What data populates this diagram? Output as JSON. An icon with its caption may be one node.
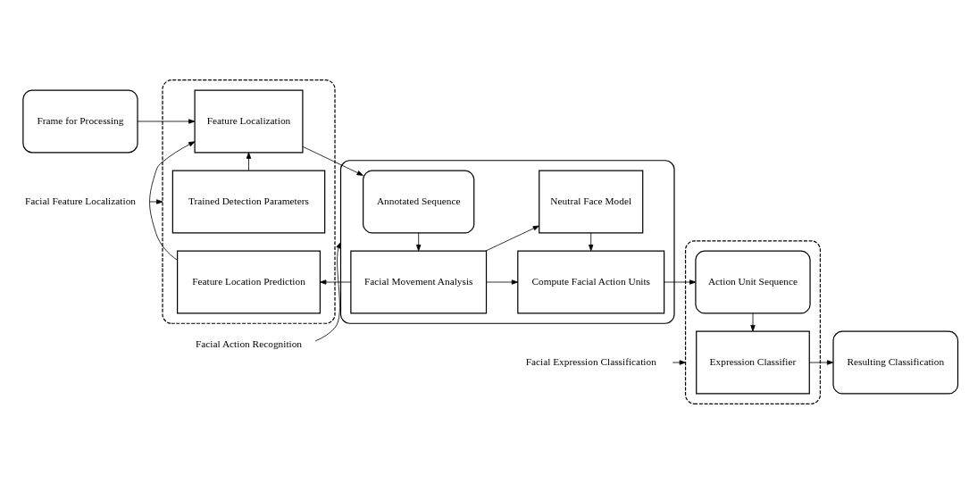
{
  "diagram": {
    "nodes": [
      {
        "text": [
          "Frame for Processing"
        ]
      },
      {
        "text": [],
        "shape": "box"
      },
      {
        "text": [
          "Trained Detection Parameters"
        ],
        "in": 1
      },
      {
        "text": [
          "Feature Localization"
        ],
        "in": 1
      },
      {
        "text": [
          "Feature Location Prediction"
        ],
        "in": 1
      },
      {
        "text": [
          "Facial Feature Localization"
        ]
      },
      {
        "text": [
          "Facial Action Recognition"
        ]
      },
      {
        "text": [],
        "shape": "box"
      },
      {
        "text": [
          "Annotated Sequence"
        ],
        "in": 7
      },
      {
        "text": [
          "Neutral Face Model"
        ],
        "in": 7
      },
      {
        "text": [
          "Facial Movement Analysis"
        ],
        "in": 7
      },
      {
        "text": [
          "Compute Facial Action Units"
        ],
        "in": 7
      },
      {
        "text": [
          "Facial Expression Classification"
        ]
      },
      {
        "text": [],
        "shape": "box"
      },
      {
        "text": [
          "Expression Classifier"
        ],
        "in": 13
      },
      {
        "text": [
          "Action Unit Sequence"
        ],
        "in": 13
      },
      {
        "text": [
          "Resulting Classification"
        ]
      }
    ],
    "edges": [
      {
        "from": 0,
        "to": 3,
        "arrow": "to"
      },
      {
        "from": 2,
        "to": 3,
        "arrow": "to"
      },
      {
        "from": 4,
        "to": 3,
        "arrow": "to"
      },
      {
        "from": 5,
        "to": 1,
        "arrow": "to"
      },
      {
        "from": 6,
        "to": 7,
        "arrow": "to"
      },
      {
        "from": 12,
        "to": 13,
        "arrow": "to"
      },
      {
        "from": 3,
        "to": 8,
        "arrow": "to"
      },
      {
        "from": 8,
        "to": 10,
        "arrow": "to"
      },
      {
        "from": 10,
        "to": 9,
        "arrow": "to"
      },
      {
        "from": 9,
        "to": 11,
        "arrow": "to"
      },
      {
        "from": 10,
        "to": 11,
        "arrow": "to"
      },
      {
        "from": 10,
        "to": 4,
        "arrow": "to"
      },
      {
        "from": 11,
        "to": 15,
        "arrow": "to"
      },
      {
        "from": 15,
        "to": 14,
        "arrow": "to"
      },
      {
        "from": 14,
        "to": 16,
        "arrow": "to"
      }
    ]
  }
}
